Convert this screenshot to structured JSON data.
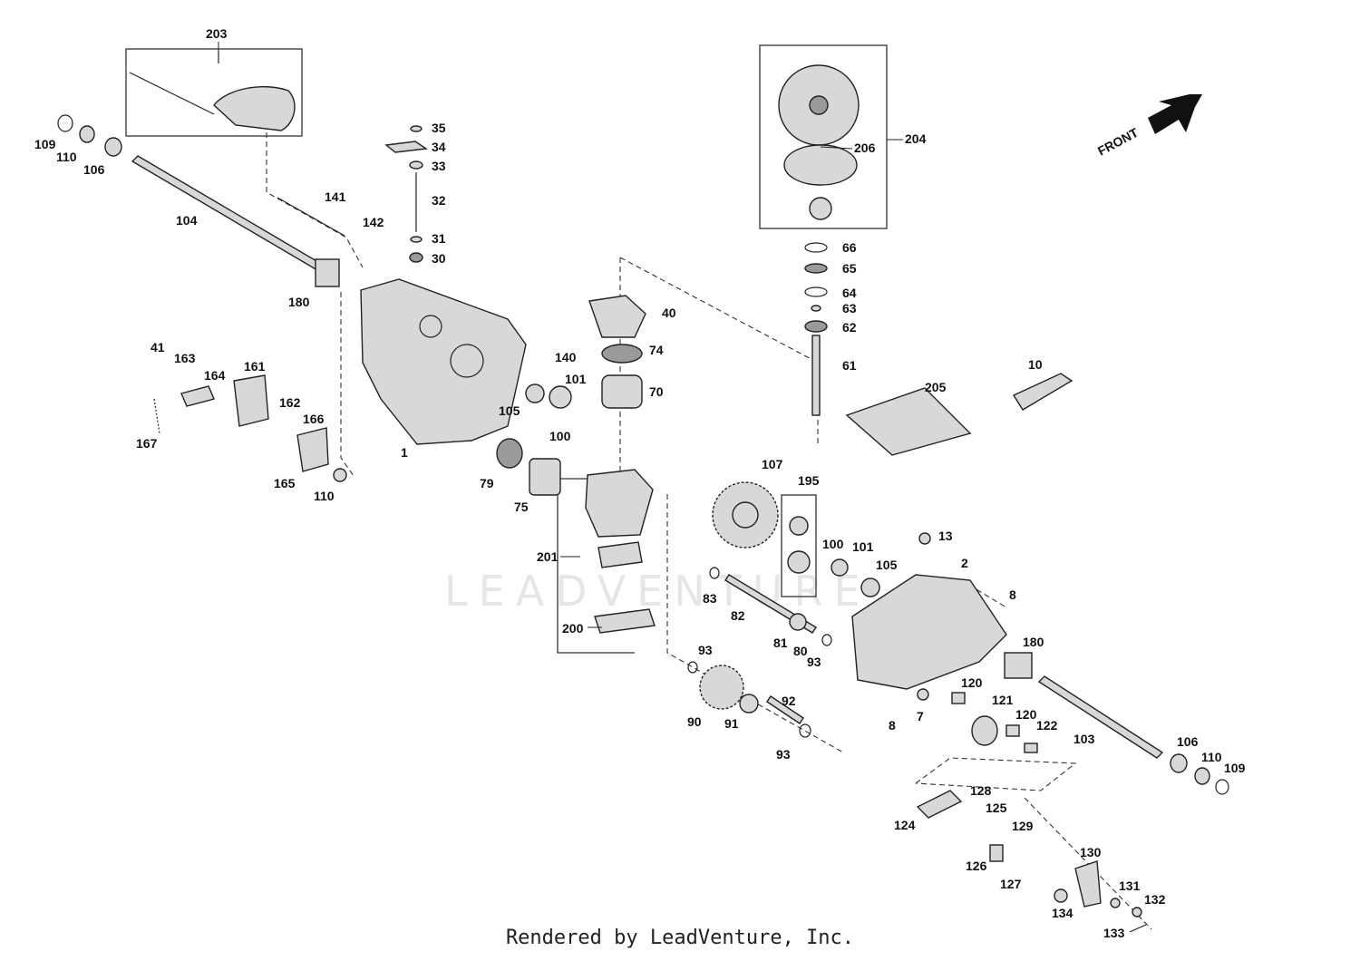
{
  "footer": "Rendered by LeadVenture, Inc.",
  "watermark": "LEADVENTURE",
  "orientation_label": "FRONT",
  "callouts": [
    {
      "id": "c-203",
      "label": "203"
    },
    {
      "id": "c-109a",
      "label": "109"
    },
    {
      "id": "c-110a",
      "label": "110"
    },
    {
      "id": "c-106a",
      "label": "106"
    },
    {
      "id": "c-104",
      "label": "104"
    },
    {
      "id": "c-141",
      "label": "141"
    },
    {
      "id": "c-142",
      "label": "142"
    },
    {
      "id": "c-180a",
      "label": "180"
    },
    {
      "id": "c-35",
      "label": "35"
    },
    {
      "id": "c-34",
      "label": "34"
    },
    {
      "id": "c-33",
      "label": "33"
    },
    {
      "id": "c-32",
      "label": "32"
    },
    {
      "id": "c-31",
      "label": "31"
    },
    {
      "id": "c-30",
      "label": "30"
    },
    {
      "id": "c-41",
      "label": "41"
    },
    {
      "id": "c-163",
      "label": "163"
    },
    {
      "id": "c-164",
      "label": "164"
    },
    {
      "id": "c-161",
      "label": "161"
    },
    {
      "id": "c-162",
      "label": "162"
    },
    {
      "id": "c-166",
      "label": "166"
    },
    {
      "id": "c-167",
      "label": "167"
    },
    {
      "id": "c-165",
      "label": "165"
    },
    {
      "id": "c-110b",
      "label": "110"
    },
    {
      "id": "c-1",
      "label": "1"
    },
    {
      "id": "c-140",
      "label": "140"
    },
    {
      "id": "c-101a",
      "label": "101"
    },
    {
      "id": "c-105a",
      "label": "105"
    },
    {
      "id": "c-100a",
      "label": "100"
    },
    {
      "id": "c-79",
      "label": "79"
    },
    {
      "id": "c-75",
      "label": "75"
    },
    {
      "id": "c-40",
      "label": "40"
    },
    {
      "id": "c-74",
      "label": "74"
    },
    {
      "id": "c-70",
      "label": "70"
    },
    {
      "id": "c-201",
      "label": "201"
    },
    {
      "id": "c-200",
      "label": "200"
    },
    {
      "id": "c-204",
      "label": "204"
    },
    {
      "id": "c-206",
      "label": "206"
    },
    {
      "id": "c-66",
      "label": "66"
    },
    {
      "id": "c-65",
      "label": "65"
    },
    {
      "id": "c-64",
      "label": "64"
    },
    {
      "id": "c-63",
      "label": "63"
    },
    {
      "id": "c-62",
      "label": "62"
    },
    {
      "id": "c-61",
      "label": "61"
    },
    {
      "id": "c-205",
      "label": "205"
    },
    {
      "id": "c-10",
      "label": "10"
    },
    {
      "id": "c-107",
      "label": "107"
    },
    {
      "id": "c-195",
      "label": "195"
    },
    {
      "id": "c-100b",
      "label": "100"
    },
    {
      "id": "c-101b",
      "label": "101"
    },
    {
      "id": "c-105b",
      "label": "105"
    },
    {
      "id": "c-13",
      "label": "13"
    },
    {
      "id": "c-2",
      "label": "2"
    },
    {
      "id": "c-8a",
      "label": "8"
    },
    {
      "id": "c-83",
      "label": "83"
    },
    {
      "id": "c-82",
      "label": "82"
    },
    {
      "id": "c-81",
      "label": "81"
    },
    {
      "id": "c-80",
      "label": "80"
    },
    {
      "id": "c-93a",
      "label": "93"
    },
    {
      "id": "c-93b",
      "label": "93"
    },
    {
      "id": "c-90",
      "label": "90"
    },
    {
      "id": "c-91",
      "label": "91"
    },
    {
      "id": "c-92",
      "label": "92"
    },
    {
      "id": "c-93c",
      "label": "93"
    },
    {
      "id": "c-180b",
      "label": "180"
    },
    {
      "id": "c-120a",
      "label": "120"
    },
    {
      "id": "c-121",
      "label": "121"
    },
    {
      "id": "c-120b",
      "label": "120"
    },
    {
      "id": "c-122",
      "label": "122"
    },
    {
      "id": "c-8b",
      "label": "8"
    },
    {
      "id": "c-7",
      "label": "7"
    },
    {
      "id": "c-103",
      "label": "103"
    },
    {
      "id": "c-106b",
      "label": "106"
    },
    {
      "id": "c-110c",
      "label": "110"
    },
    {
      "id": "c-109b",
      "label": "109"
    },
    {
      "id": "c-128",
      "label": "128"
    },
    {
      "id": "c-125",
      "label": "125"
    },
    {
      "id": "c-124",
      "label": "124"
    },
    {
      "id": "c-129",
      "label": "129"
    },
    {
      "id": "c-130",
      "label": "130"
    },
    {
      "id": "c-126",
      "label": "126"
    },
    {
      "id": "c-127",
      "label": "127"
    },
    {
      "id": "c-131",
      "label": "131"
    },
    {
      "id": "c-132",
      "label": "132"
    },
    {
      "id": "c-134",
      "label": "134"
    },
    {
      "id": "c-133",
      "label": "133"
    }
  ]
}
